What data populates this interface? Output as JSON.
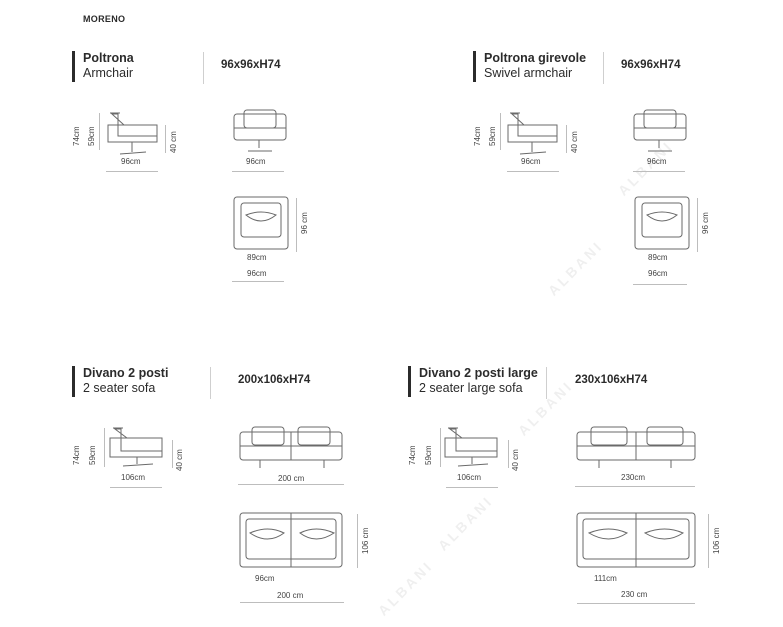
{
  "brand": "MORENO",
  "watermark": "ALBANI",
  "blocks": [
    {
      "name_it": "Poltrona",
      "name_en": "Armchair",
      "dimensions": "96x96xH74",
      "side": {
        "height": "74cm",
        "seat_height": "59cm",
        "arm_height": "40 cm",
        "depth": "96cm"
      },
      "front": {
        "width": "96cm"
      },
      "top": {
        "depth": "96 cm",
        "inner": "89cm",
        "width": "96cm"
      }
    },
    {
      "name_it": "Poltrona girevole",
      "name_en": "Swivel armchair",
      "dimensions": "96x96xH74",
      "side": {
        "height": "74cm",
        "seat_height": "59cm",
        "arm_height": "40 cm",
        "depth": "96cm"
      },
      "front": {
        "width": "96cm"
      },
      "top": {
        "depth": "96 cm",
        "inner": "89cm",
        "width": "96cm"
      }
    },
    {
      "name_it": "Divano 2 posti",
      "name_en": "2 seater sofa",
      "dimensions": "200x106xH74",
      "side": {
        "height": "74cm",
        "seat_height": "59cm",
        "arm_height": "40 cm",
        "depth": "106cm"
      },
      "front": {
        "width": "200 cm"
      },
      "top": {
        "depth": "106 cm",
        "inner": "96cm",
        "width": "200 cm"
      }
    },
    {
      "name_it": "Divano 2 posti large",
      "name_en": "2 seater large sofa",
      "dimensions": "230x106xH74",
      "side": {
        "height": "74cm",
        "seat_height": "59cm",
        "arm_height": "40 cm",
        "depth": "106cm"
      },
      "front": {
        "width": "230cm"
      },
      "top": {
        "depth": "106 cm",
        "inner": "111cm",
        "width": "230 cm"
      }
    }
  ]
}
